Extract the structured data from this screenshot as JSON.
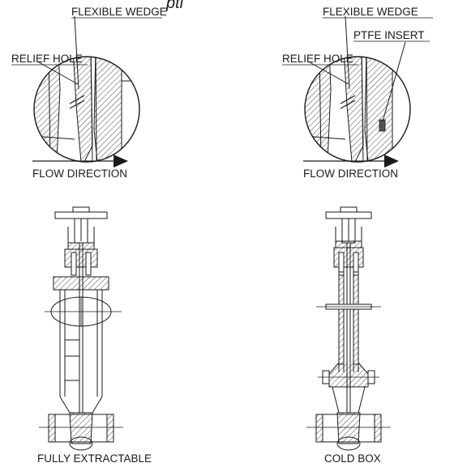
{
  "title_fragment": "pti",
  "left_detail": {
    "wedge_label": "FLEXIBLE WEDGE",
    "relief_label": "RELIEF HOLE",
    "flow_label": "FLOW DIRECTION"
  },
  "right_detail": {
    "wedge_label": "FLEXIBLE WEDGE",
    "insert_label": "PTFE INSERT",
    "relief_label": "RELIEF HOLE",
    "flow_label": "FLOW DIRECTION"
  },
  "left_valve": {
    "caption": "FULLY EXTRACTABLE"
  },
  "right_valve": {
    "caption": "COLD BOX"
  },
  "colors": {
    "line": "#1a1a1a",
    "background": "#ffffff"
  }
}
